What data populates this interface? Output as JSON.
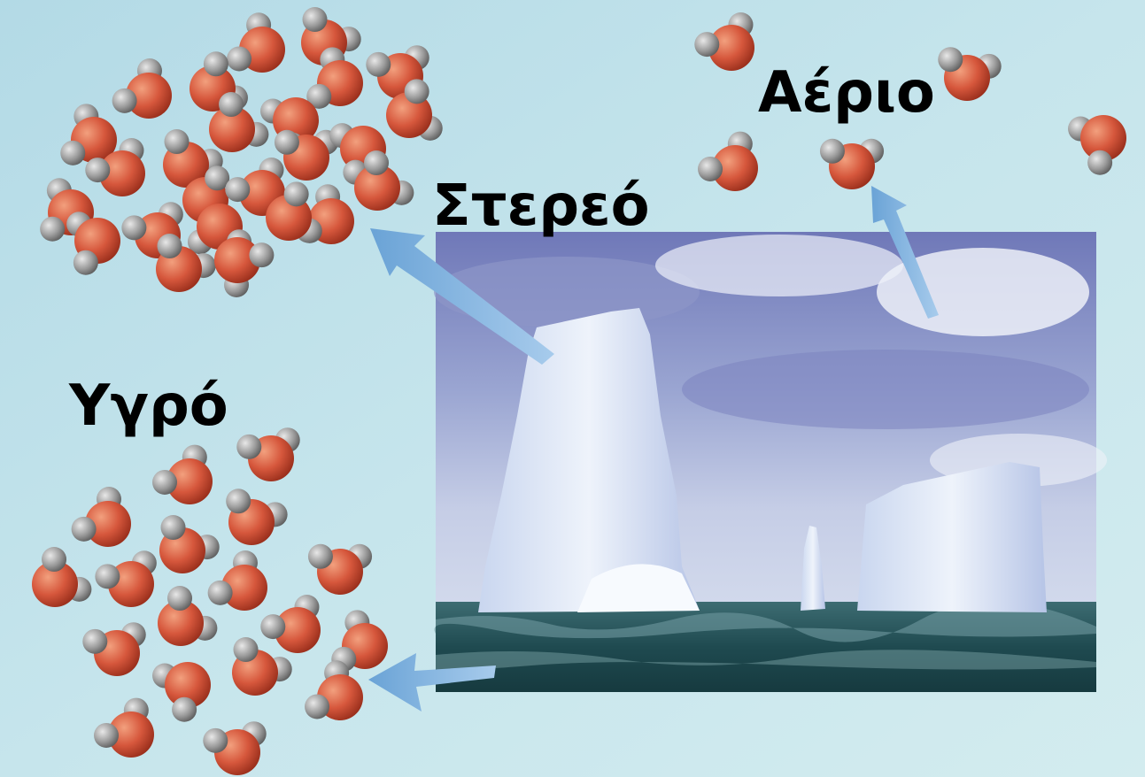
{
  "labels": {
    "gas": "Αέριο",
    "solid": "Στερεό",
    "liquid": "Υγρό"
  },
  "colors": {
    "background": "#bfe0ea",
    "oxygen": "#d6573c",
    "hydrogen": "#8f8f8f",
    "arrow": "#7fb2de"
  },
  "icons": {
    "water_molecule": "water-molecule-icon",
    "arrow": "arrow-icon"
  }
}
